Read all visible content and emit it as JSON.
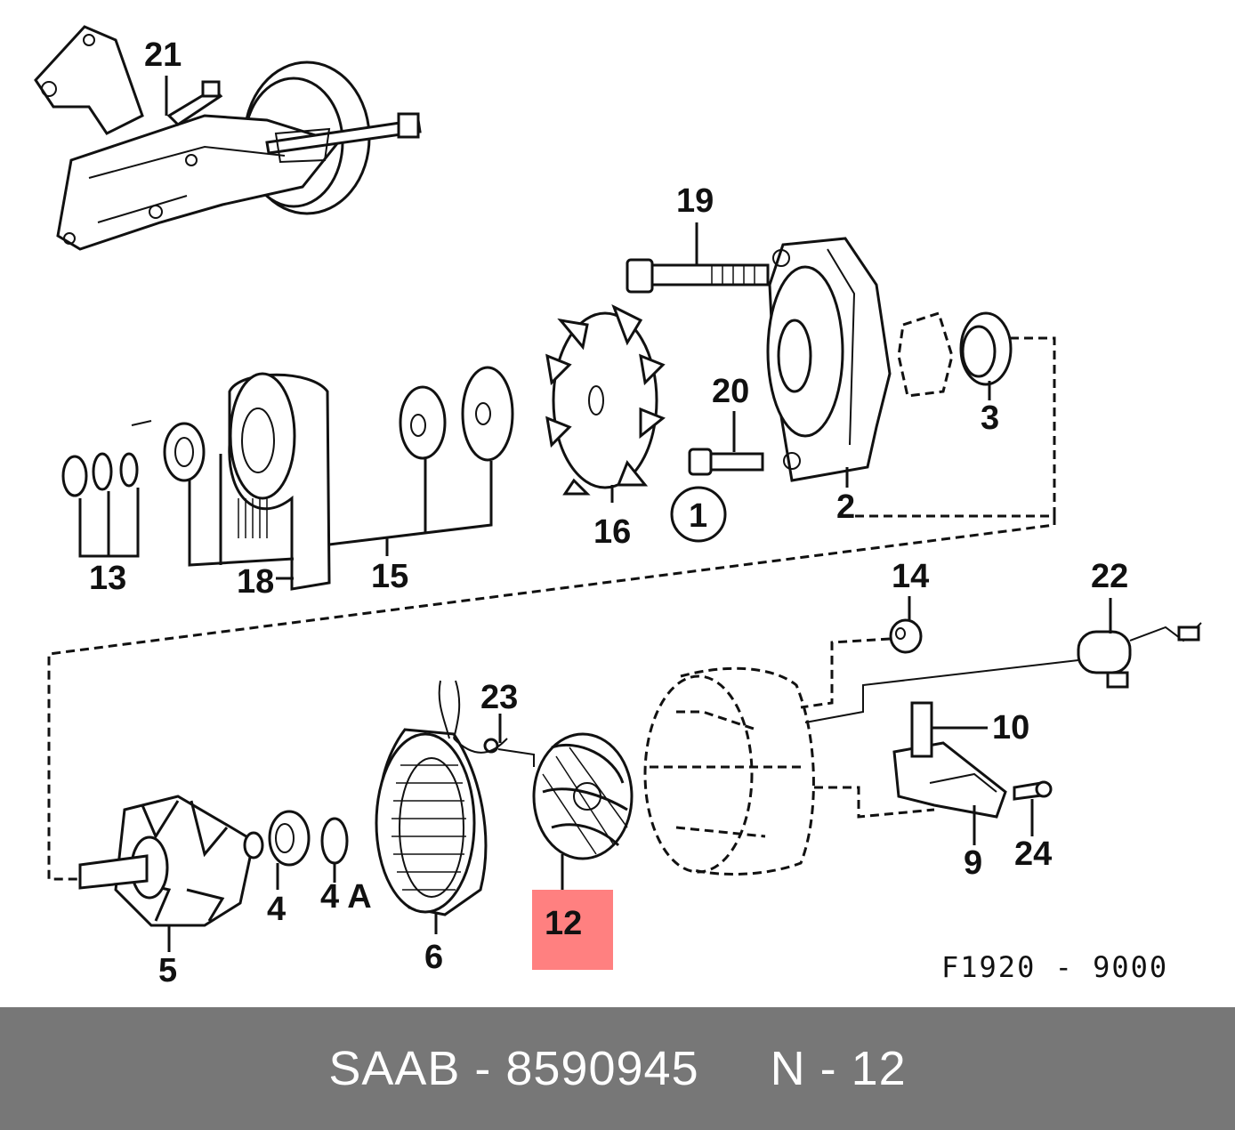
{
  "diagram": {
    "labels": {
      "p21": "21",
      "p19": "19",
      "p20": "20",
      "p16": "16",
      "p2": "2",
      "p3": "3",
      "p1": "1",
      "p13": "13",
      "p18": "18",
      "p15": "15",
      "p14": "14",
      "p22": "22",
      "p23": "23",
      "p10": "10",
      "p9": "9",
      "p24": "24",
      "p4": "4",
      "p4a": "4 A",
      "p5": "5",
      "p6": "6",
      "p12": "12"
    },
    "highlighted_part": "12",
    "drawing_code": "F1920  -  9000",
    "colors": {
      "highlight": "#ff8080",
      "footer_bg": "#777777",
      "footer_text": "#ffffff",
      "line": "#111111"
    }
  },
  "footer": {
    "text": "SAAB - 8590945     N - 12"
  }
}
